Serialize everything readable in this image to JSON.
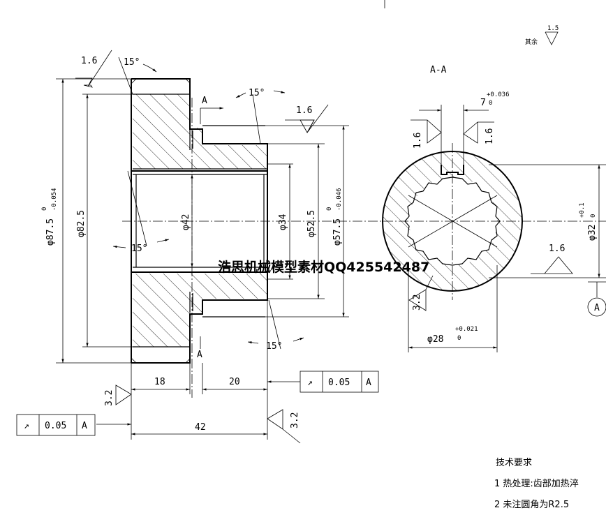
{
  "section_title": "A-A",
  "roughness_rest": "其余",
  "roughness_rest_value": "1.5",
  "roughness_values": {
    "r1": "1.6",
    "r2": "1.6",
    "r3": "1.6",
    "r4": "1.6",
    "r5": "1.6",
    "r6": "3.2",
    "r7": "3.2",
    "r8": "3.2"
  },
  "angles": {
    "a1": "15°",
    "a2": "15°",
    "a3": "15°",
    "a4": "15°"
  },
  "section_marks": {
    "top": "A",
    "bottom": "A"
  },
  "dimensions": {
    "outer_dia": "φ87.5",
    "outer_tol_hi": "0",
    "outer_tol_lo": "-0.054",
    "root_dia": "φ82.5",
    "bore_dia": "φ42",
    "inner_dia": "φ34",
    "hub_dia": "φ52.5",
    "hub_outer_dia": "φ57.5",
    "hub_outer_tol_hi": "0",
    "hub_outer_tol_lo": "-0.046",
    "width_left": "18",
    "width_right": "20",
    "total_width": "42",
    "key_width": "7",
    "key_tol_hi": "+0.036",
    "key_tol_lo": "0",
    "spline_dia": "φ32",
    "spline_tol_hi": "+0.1",
    "spline_tol_lo": "0",
    "spline_minor": "φ28",
    "spline_minor_tol_hi": "+0.021",
    "spline_minor_tol_lo": "0"
  },
  "runout_1": {
    "symbol": "↗",
    "value": "0.05",
    "datum": "A"
  },
  "runout_2": {
    "symbol": "↗",
    "value": "0.05",
    "datum": "A"
  },
  "datum_label": "A",
  "watermark": "浩思机械模型素材QQ425542487",
  "tech_requirements": {
    "title": "技术要求",
    "item1": "1 热处理:齿部加热淬",
    "item2": "2 未注圆角为R2.5"
  }
}
